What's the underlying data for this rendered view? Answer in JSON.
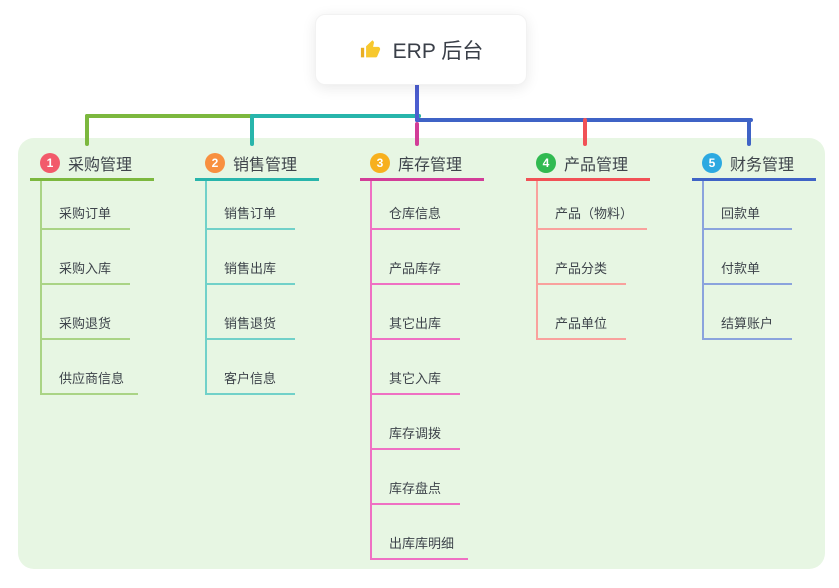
{
  "root": {
    "icon": "thumbs-up-icon",
    "label": "ERP 后台"
  },
  "branches": [
    {
      "index": "1",
      "label": "采购管理",
      "badge_color": "#f25a6b",
      "line_color": "#7cb83e",
      "sub_line_color": "#aad485",
      "children": [
        "采购订单",
        "采购入库",
        "采购退货",
        "供应商信息"
      ]
    },
    {
      "index": "2",
      "label": "销售管理",
      "badge_color": "#f89040",
      "line_color": "#28b5ab",
      "sub_line_color": "#71d1c9",
      "children": [
        "销售订单",
        "销售出库",
        "销售退货",
        "客户信息"
      ]
    },
    {
      "index": "3",
      "label": "库存管理",
      "badge_color": "#f7b01e",
      "line_color": "#d23d98",
      "sub_line_color": "#ef70c3",
      "children": [
        "仓库信息",
        "产品库存",
        "其它出库",
        "其它入库",
        "库存调拨",
        "库存盘点",
        "出库库明细"
      ]
    },
    {
      "index": "4",
      "label": "产品管理",
      "badge_color": "#31ba51",
      "line_color": "#f15156",
      "sub_line_color": "#f9a19d",
      "children": [
        "产品（物料）",
        "产品分类",
        "产品单位"
      ]
    },
    {
      "index": "5",
      "label": "财务管理",
      "badge_color": "#2ca9e1",
      "line_color": "#3f63c6",
      "sub_line_color": "#8ba3dd",
      "children": [
        "回款单",
        "付款单",
        "结算账户"
      ]
    }
  ],
  "canvas": {
    "background": "#ffffff",
    "panel_color": "#e7f6e3",
    "root_connector_color": "#4c5ed0",
    "text_color": "#3e444b"
  }
}
